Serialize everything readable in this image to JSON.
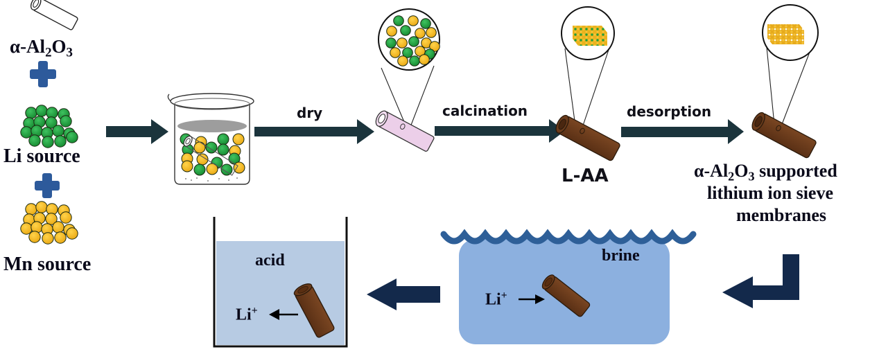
{
  "title": "Preparation and use of α-Al2O3 supported lithium ion sieve membranes",
  "colors": {
    "arrow_dark_teal": "#1b343c",
    "arrow_navy": "#13294b",
    "plus_blue": "#2d5a9b",
    "li_green": "#1a9a3c",
    "mn_yellow": "#f2b71a",
    "tube_pink": "#eccfe9",
    "tube_brown": "#6b3d1d",
    "acid_fill": "#b7cbe3",
    "brine_fill": "#8cb0df",
    "wave_blue": "#2e5f98",
    "beaker_liquid": "#9d9d9d"
  },
  "reagents": {
    "alumina": {
      "prefix": "α-Al",
      "sub1": "2",
      "mid": "O",
      "sub2": "3"
    },
    "li_source": "Li source",
    "mn_source": "Mn source"
  },
  "steps": {
    "dry": "dry",
    "calcination": "calcination",
    "desorption": "desorption"
  },
  "products": {
    "laa": "L-AA",
    "membrane": {
      "line1_prefix": "α-Al",
      "line1_sub1": "2",
      "line1_mid": "O",
      "line1_sub2": "3",
      "line1_suffix": " supported",
      "line2": "lithium ion sieve",
      "line3": "membranes"
    }
  },
  "solutions": {
    "brine": {
      "label": "brine",
      "ion": "Li",
      "charge": "+"
    },
    "acid": {
      "label": "acid",
      "ion": "Li",
      "charge": "+"
    }
  }
}
